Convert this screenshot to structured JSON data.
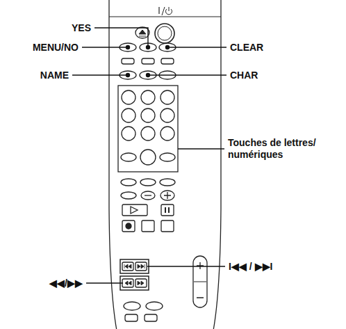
{
  "diagram": {
    "labels": [
      "YES",
      "MENU/NO",
      "CLEAR",
      "NAME",
      "CHAR",
      "Touches de lettres/ numériques",
      "I◀◀ / ▶▶I",
      "◀◀/▶▶"
    ]
  }
}
